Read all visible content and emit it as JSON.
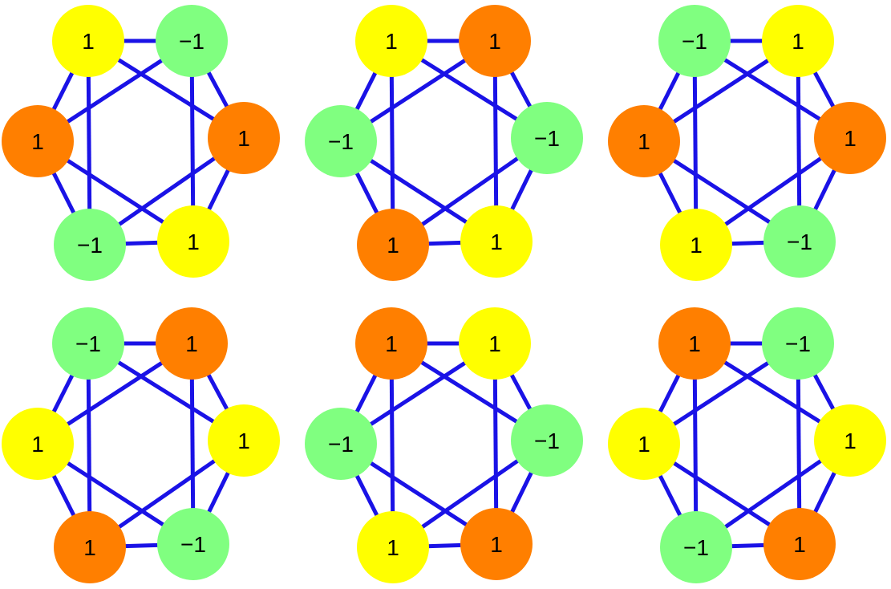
{
  "colors": {
    "edge": "#1a12e6",
    "orange": "#ff7f00",
    "yellow": "#ffff00",
    "green": "#80ff80",
    "label": "#000000",
    "background": "#ffffff"
  },
  "edges": [
    [
      0,
      1
    ],
    [
      1,
      2
    ],
    [
      2,
      3
    ],
    [
      3,
      4
    ],
    [
      4,
      5
    ],
    [
      5,
      0
    ],
    [
      0,
      2
    ],
    [
      1,
      3
    ],
    [
      2,
      4
    ],
    [
      3,
      5
    ],
    [
      4,
      0
    ],
    [
      5,
      1
    ]
  ],
  "graphs": [
    {
      "nodes": [
        {
          "label": "1",
          "color": "orange"
        },
        {
          "label": "1",
          "color": "yellow"
        },
        {
          "label": "−1",
          "color": "green"
        },
        {
          "label": "1",
          "color": "orange"
        },
        {
          "label": "1",
          "color": "yellow"
        },
        {
          "label": "−1",
          "color": "green"
        }
      ]
    },
    {
      "nodes": [
        {
          "label": "−1",
          "color": "green"
        },
        {
          "label": "1",
          "color": "yellow"
        },
        {
          "label": "1",
          "color": "orange"
        },
        {
          "label": "−1",
          "color": "green"
        },
        {
          "label": "1",
          "color": "yellow"
        },
        {
          "label": "1",
          "color": "orange"
        }
      ]
    },
    {
      "nodes": [
        {
          "label": "1",
          "color": "orange"
        },
        {
          "label": "−1",
          "color": "green"
        },
        {
          "label": "1",
          "color": "yellow"
        },
        {
          "label": "1",
          "color": "orange"
        },
        {
          "label": "−1",
          "color": "green"
        },
        {
          "label": "1",
          "color": "yellow"
        }
      ]
    },
    {
      "nodes": [
        {
          "label": "1",
          "color": "yellow"
        },
        {
          "label": "−1",
          "color": "green"
        },
        {
          "label": "1",
          "color": "orange"
        },
        {
          "label": "1",
          "color": "yellow"
        },
        {
          "label": "−1",
          "color": "green"
        },
        {
          "label": "1",
          "color": "orange"
        }
      ]
    },
    {
      "nodes": [
        {
          "label": "−1",
          "color": "green"
        },
        {
          "label": "1",
          "color": "orange"
        },
        {
          "label": "1",
          "color": "yellow"
        },
        {
          "label": "−1",
          "color": "green"
        },
        {
          "label": "1",
          "color": "orange"
        },
        {
          "label": "1",
          "color": "yellow"
        }
      ]
    },
    {
      "nodes": [
        {
          "label": "1",
          "color": "yellow"
        },
        {
          "label": "1",
          "color": "orange"
        },
        {
          "label": "−1",
          "color": "green"
        },
        {
          "label": "1",
          "color": "yellow"
        },
        {
          "label": "1",
          "color": "orange"
        },
        {
          "label": "−1",
          "color": "green"
        }
      ]
    }
  ]
}
